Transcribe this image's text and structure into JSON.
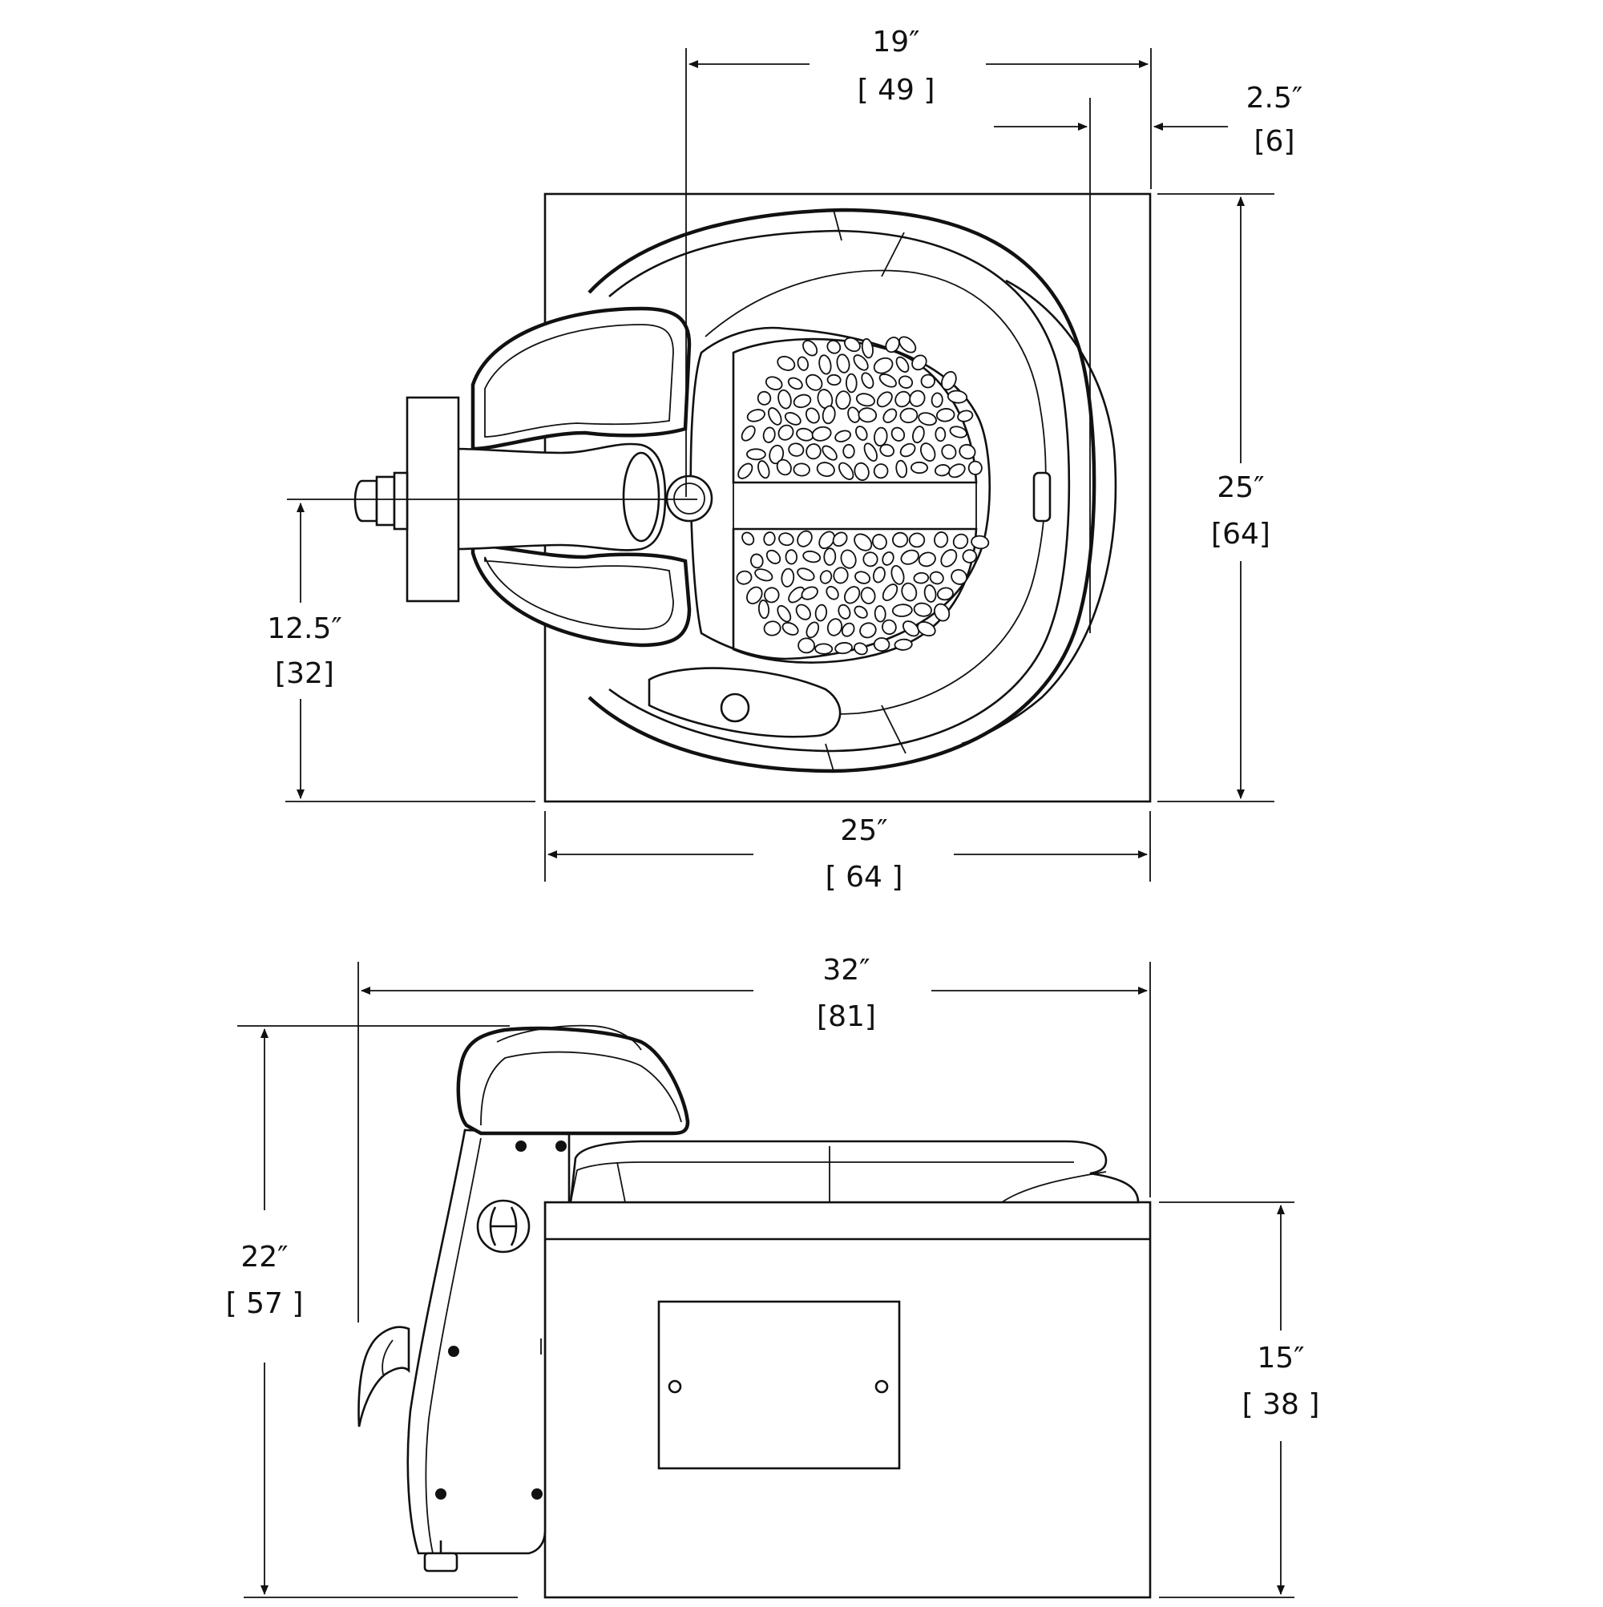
{
  "dimensions": {
    "top_width_basin": {
      "imperial": "19″",
      "metric": "[ 49 ]"
    },
    "top_offset": {
      "imperial": "2.5″",
      "metric": "[6]"
    },
    "top_depth": {
      "imperial": "25″",
      "metric": "[64]"
    },
    "top_center_offset": {
      "imperial": "12.5″",
      "metric": "[32]"
    },
    "top_width_base": {
      "imperial": "25″",
      "metric": "[ 64 ]"
    },
    "side_overall_length": {
      "imperial": "32″",
      "metric": "[81]"
    },
    "side_overall_height": {
      "imperial": "22″",
      "metric": "[ 57 ]"
    },
    "side_base_height": {
      "imperial": "15″",
      "metric": "[ 38 ]"
    }
  },
  "colors": {
    "line": "#111111",
    "background": "#ffffff"
  }
}
